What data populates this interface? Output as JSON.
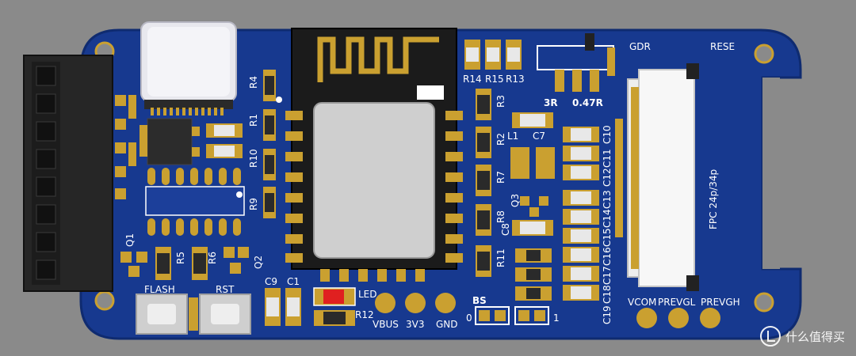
{
  "colors": {
    "background": "#8a8a8a",
    "board": "#17398f",
    "board_edge": "#102c72",
    "pad_gold": "#caa030",
    "silkscreen": "#ffffff",
    "connector": "#2a2a2a",
    "led_red": "#e02020"
  },
  "labels": {
    "r14": "R14",
    "r15": "R15",
    "r13": "R13",
    "r4": "R4",
    "r1": "R1",
    "r10": "R10",
    "r9": "R9",
    "r3": "R3",
    "r2": "R2",
    "r7": "R7",
    "r8": "R8",
    "r11": "R11",
    "r5": "R5",
    "r6": "R6",
    "r12": "R12",
    "q1": "Q1",
    "q2": "Q2",
    "q3": "Q3",
    "c7": "C7",
    "c8": "C8",
    "c9": "C9",
    "c1": "C1",
    "c10": "C10",
    "c11": "C11",
    "c12": "C12",
    "c13": "C13",
    "c14": "C14",
    "c15": "C15",
    "c16": "C16",
    "c17": "C17",
    "c18": "C18",
    "c19": "C19",
    "l1": "L1",
    "gdr": "GDR",
    "rese": "RESE",
    "r3r": "3R",
    "r047": "0.47R",
    "fpc": "FPC 24p/34p",
    "flash": "FLASH",
    "rst": "RST",
    "led": "LED",
    "vbus": "VBUS",
    "v3v3": "3V3",
    "gnd": "GND",
    "bs": "BS",
    "bs0": "0",
    "bs1": "1",
    "vcom": "VCOM",
    "prevgl": "PREVGL",
    "prevgh": "PREVGH"
  },
  "watermark": {
    "text": "什么值得买",
    "logo_icon": "checkmark-circle-icon"
  }
}
